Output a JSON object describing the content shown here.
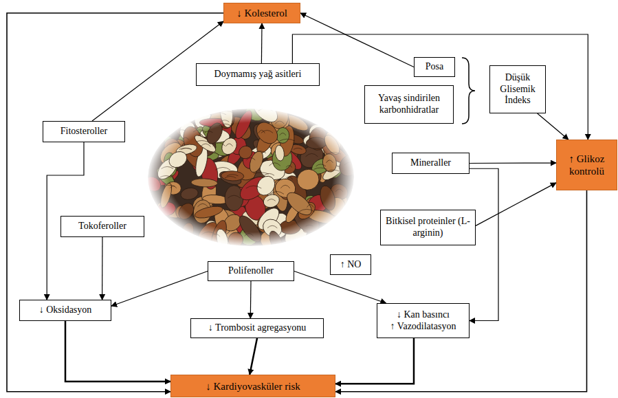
{
  "diagram": {
    "nodes": [
      {
        "text": [
          "↓ Kolesterol"
        ]
      },
      {
        "text": [
          "Doymamış yağ asitleri"
        ]
      },
      {
        "text": [
          "Posa"
        ]
      },
      {
        "text": [
          "Yavaş sindirilen karbonhidratlar"
        ]
      },
      {
        "text": [
          "Düşük Glisemik İndeks"
        ]
      },
      {
        "text": [
          "Fitosteroller"
        ]
      },
      {
        "text": [
          "↑ Glikoz kontrolü"
        ]
      },
      {
        "text": [
          "Mineraller"
        ]
      },
      {
        "text": [
          "Bitkisel proteinler (L-arginin)"
        ]
      },
      {
        "text": [
          "Tokoferoller"
        ]
      },
      {
        "text": [
          "Polifenoller"
        ]
      },
      {
        "text": [
          "↑ NO"
        ]
      },
      {
        "text": [
          "↓ Oksidasyon"
        ]
      },
      {
        "text": [
          "↓ Trombosit agregasyonu"
        ]
      },
      {
        "text": [
          "↓ Kan basıncı",
          "↑ Vazodilatasyon"
        ]
      },
      {
        "text": [
          "↓ Kardiyovasküler risk"
        ]
      }
    ],
    "edges": [
      {
        "from": 1,
        "to": 0,
        "arrow": "to"
      },
      {
        "from": 1,
        "to": 6,
        "arrow": "to"
      },
      {
        "from": 2,
        "to": 0,
        "arrow": "to"
      },
      {
        "from": 4,
        "to": 6,
        "arrow": "to"
      },
      {
        "from": 5,
        "to": 0,
        "arrow": "to"
      },
      {
        "from": 5,
        "to": 12,
        "arrow": "to"
      },
      {
        "from": 7,
        "to": 6,
        "arrow": "to"
      },
      {
        "from": 7,
        "to": 14,
        "arrow": "to"
      },
      {
        "from": 8,
        "to": 6,
        "arrow": "to"
      },
      {
        "from": 9,
        "to": 12,
        "arrow": "to"
      },
      {
        "from": 10,
        "to": 12,
        "arrow": "to"
      },
      {
        "from": 10,
        "to": 13,
        "arrow": "to"
      },
      {
        "from": 10,
        "to": 14,
        "arrow": "to"
      },
      {
        "from": 12,
        "to": 15,
        "arrow": "to"
      },
      {
        "from": 13,
        "to": 15,
        "arrow": "to"
      },
      {
        "from": 14,
        "to": 15,
        "arrow": "to"
      },
      {
        "from": 0,
        "to": 15,
        "arrow": "to"
      },
      {
        "from": 6,
        "to": 15,
        "arrow": "to"
      }
    ]
  }
}
